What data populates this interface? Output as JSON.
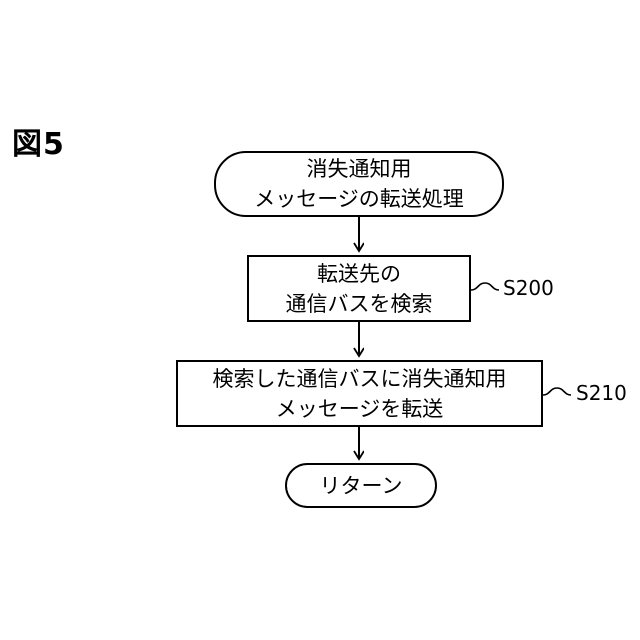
{
  "figure_label": "図5",
  "nodes": {
    "start": {
      "lines": [
        "消失通知用",
        "メッセージの転送処理"
      ]
    },
    "s200": {
      "lines": [
        "転送先の",
        "通信バスを検索"
      ],
      "step": "S200"
    },
    "s210": {
      "lines": [
        "検索した通信バスに消失通知用",
        "メッセージを転送"
      ],
      "step": "S210"
    },
    "end": {
      "lines": [
        "リターン"
      ]
    }
  }
}
